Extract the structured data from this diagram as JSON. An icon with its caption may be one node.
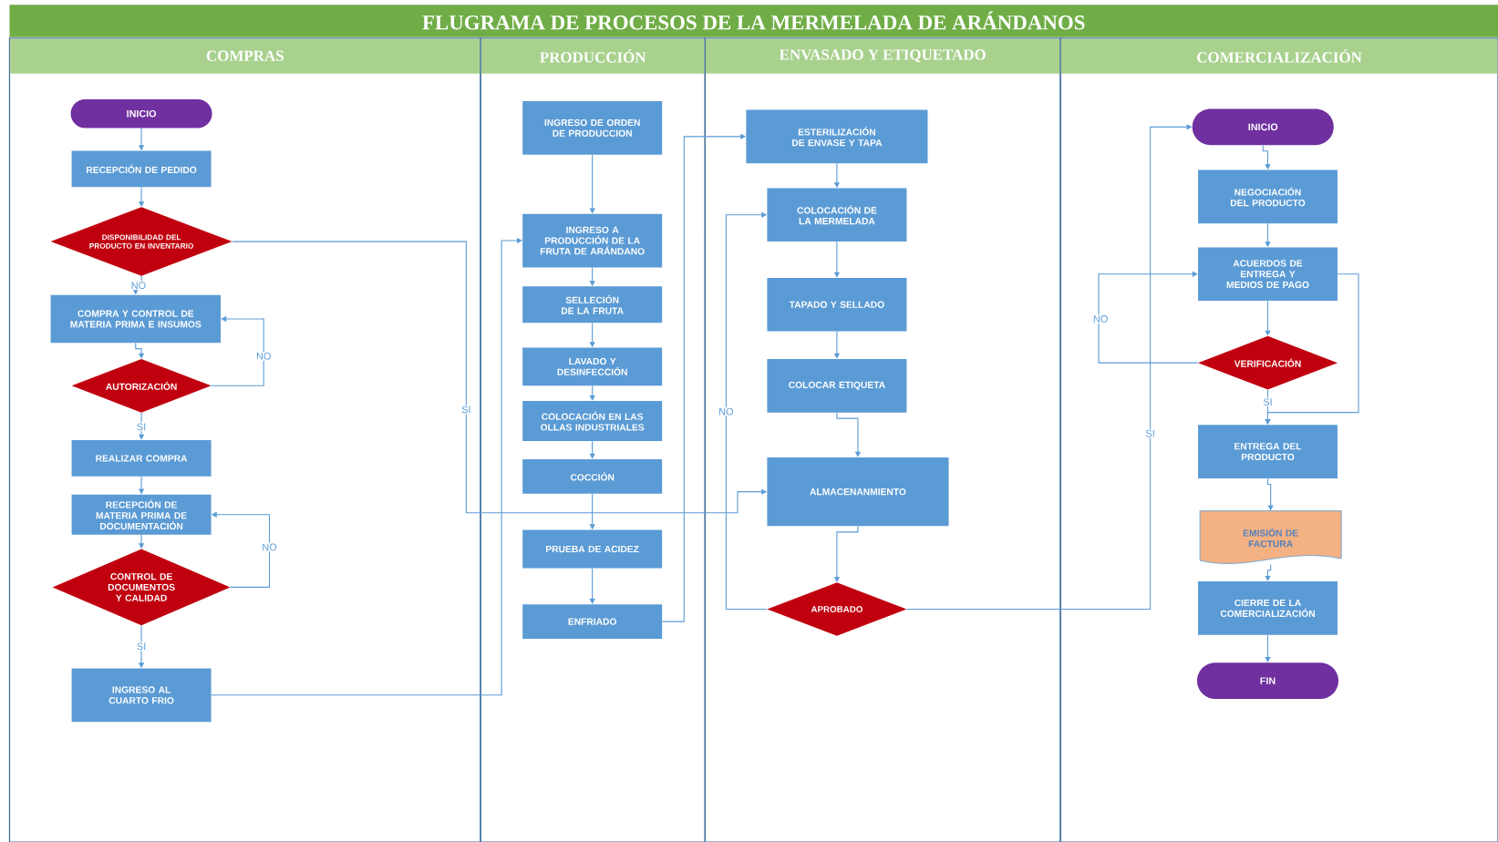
{
  "diagram": {
    "title": "FLUGRAMA DE PROCESOS DE LA MERMELADA DE ARÁNDANOS",
    "nodes": [
      {
        "text": [
          "COMPRAS"
        ]
      },
      {
        "text": [
          "PRODUCCIÓN"
        ]
      },
      {
        "text": [
          "ENVASADO Y ETIQUETADO"
        ]
      },
      {
        "text": [
          "COMERCIALIZACIÓN"
        ]
      },
      {
        "text": [
          "INICIO"
        ],
        "in": 0
      },
      {
        "text": [
          "RECEPCIÓN DE PEDIDO"
        ],
        "in": 0
      },
      {
        "text": [
          "DISPONIBILIDAD DEL PRODUCTO EN INVENTARIO"
        ],
        "in": 0
      },
      {
        "text": [
          "COMPRA Y CONTROL DE MATERIA PRIMA E INSUMOS"
        ],
        "in": 0
      },
      {
        "text": [
          "AUTORIZACIÓN"
        ],
        "in": 0
      },
      {
        "text": [
          "REALIZAR COMPRA"
        ],
        "in": 0
      },
      {
        "text": [
          "RECEPCIÓN DE MATERIA PRIMA DE DOCUMENTACIÓN"
        ],
        "in": 0
      },
      {
        "text": [
          "CONTROL DE DOCUMENTOS Y CALIDAD"
        ],
        "in": 0
      },
      {
        "text": [
          "INGRESO AL CUARTO FRIO"
        ],
        "in": 0
      },
      {
        "text": [
          "INGRESO DE ORDEN DE PRODUCCION"
        ],
        "in": 1
      },
      {
        "text": [
          "INGRESO A PRODUCCIÓN DE LA FRUTA DE ARÁNDANO"
        ],
        "in": 1
      },
      {
        "text": [
          "SELLECIÓN DE LA FRUTA"
        ],
        "in": 1
      },
      {
        "text": [
          "LAVADO Y DESINFECCIÓN"
        ],
        "in": 1
      },
      {
        "text": [
          "COLOCACIÓN EN LAS OLLAS INDUSTRIALES"
        ],
        "in": 1
      },
      {
        "text": [
          "COCCIÓN"
        ],
        "in": 1
      },
      {
        "text": [
          "PRUEBA DE ACIDEZ"
        ],
        "in": 1
      },
      {
        "text": [
          "ENFRIADO"
        ],
        "in": 1
      },
      {
        "text": [
          "ESTERILIZACIÓN DE ENVASE Y TAPA"
        ],
        "in": 2
      },
      {
        "text": [
          "COLOCACIÓN DE LA MERMELADA"
        ],
        "in": 2
      },
      {
        "text": [
          "TAPADO Y SELLADO"
        ],
        "in": 2
      },
      {
        "text": [
          "COLOCAR ETIQUETA"
        ],
        "in": 2
      },
      {
        "text": [
          "ALMACENANMIENTO"
        ],
        "in": 2
      },
      {
        "text": [
          "APROBADO"
        ],
        "in": 2
      },
      {
        "text": [
          "INICIO"
        ],
        "in": 3
      },
      {
        "text": [
          "NEGOCIACIÓN DEL PRODUCTO"
        ],
        "in": 3
      },
      {
        "text": [
          "ACUERDOS DE ENTREGA Y MEDIOS DE PAGO"
        ],
        "in": 3
      },
      {
        "text": [
          "VERIFICACIÓN"
        ],
        "in": 3
      },
      {
        "text": [
          "ENTREGA DEL PRODUCTO"
        ],
        "in": 3
      },
      {
        "text": [
          "EMISIÓN DE FACTURA"
        ],
        "in": 3
      },
      {
        "text": [
          "CIERRE DE LA COMERCIALIZACIÓN"
        ],
        "in": 3
      },
      {
        "text": [
          "FIN"
        ],
        "in": 3
      }
    ],
    "edges": [
      {
        "from": 4,
        "to": 5,
        "arrow": "to"
      },
      {
        "from": 5,
        "to": 6,
        "arrow": "to"
      },
      {
        "from": 6,
        "to": 7,
        "arrow": "to",
        "label": "NO"
      },
      {
        "from": 7,
        "to": 8,
        "arrow": "to"
      },
      {
        "from": 8,
        "to": 7,
        "arrow": "to",
        "label": "NO"
      },
      {
        "from": 8,
        "to": 9,
        "arrow": "to",
        "label": "SI"
      },
      {
        "from": 9,
        "to": 10,
        "arrow": "to"
      },
      {
        "from": 10,
        "to": 11,
        "arrow": "to"
      },
      {
        "from": 11,
        "to": 10,
        "arrow": "to",
        "label": "NO"
      },
      {
        "from": 11,
        "to": 12,
        "arrow": "to",
        "label": "SI"
      },
      {
        "from": 6,
        "to": 25,
        "arrow": "to",
        "label": "SI"
      },
      {
        "from": 12,
        "to": 14,
        "arrow": "to"
      },
      {
        "from": 13,
        "to": 14,
        "arrow": "to"
      },
      {
        "from": 14,
        "to": 15,
        "arrow": "to"
      },
      {
        "from": 15,
        "to": 16,
        "arrow": "to"
      },
      {
        "from": 16,
        "to": 17,
        "arrow": "to"
      },
      {
        "from": 17,
        "to": 18,
        "arrow": "to"
      },
      {
        "from": 18,
        "to": 19,
        "arrow": "to"
      },
      {
        "from": 19,
        "to": 20,
        "arrow": "to"
      },
      {
        "from": 20,
        "to": 21,
        "arrow": "to"
      },
      {
        "from": 21,
        "to": 22,
        "arrow": "to"
      },
      {
        "from": 22,
        "to": 23,
        "arrow": "to"
      },
      {
        "from": 23,
        "to": 24,
        "arrow": "to"
      },
      {
        "from": 24,
        "to": 25,
        "arrow": "to"
      },
      {
        "from": 25,
        "to": 26,
        "arrow": "to"
      },
      {
        "from": 26,
        "to": 22,
        "arrow": "to",
        "label": "NO"
      },
      {
        "from": 26,
        "to": 27,
        "arrow": "to",
        "label": "SI"
      },
      {
        "from": 27,
        "to": 28,
        "arrow": "to"
      },
      {
        "from": 28,
        "to": 29,
        "arrow": "to"
      },
      {
        "from": 29,
        "to": 30,
        "arrow": "to"
      },
      {
        "from": 30,
        "to": 29,
        "arrow": "to",
        "label": "NO"
      },
      {
        "from": 30,
        "to": 31,
        "arrow": "to",
        "label": "SI"
      },
      {
        "from": 29,
        "to": 31,
        "arrow": "to"
      },
      {
        "from": 31,
        "to": 32,
        "arrow": "to"
      },
      {
        "from": 32,
        "to": 33,
        "arrow": "to"
      },
      {
        "from": 33,
        "to": 34,
        "arrow": "to"
      }
    ]
  }
}
